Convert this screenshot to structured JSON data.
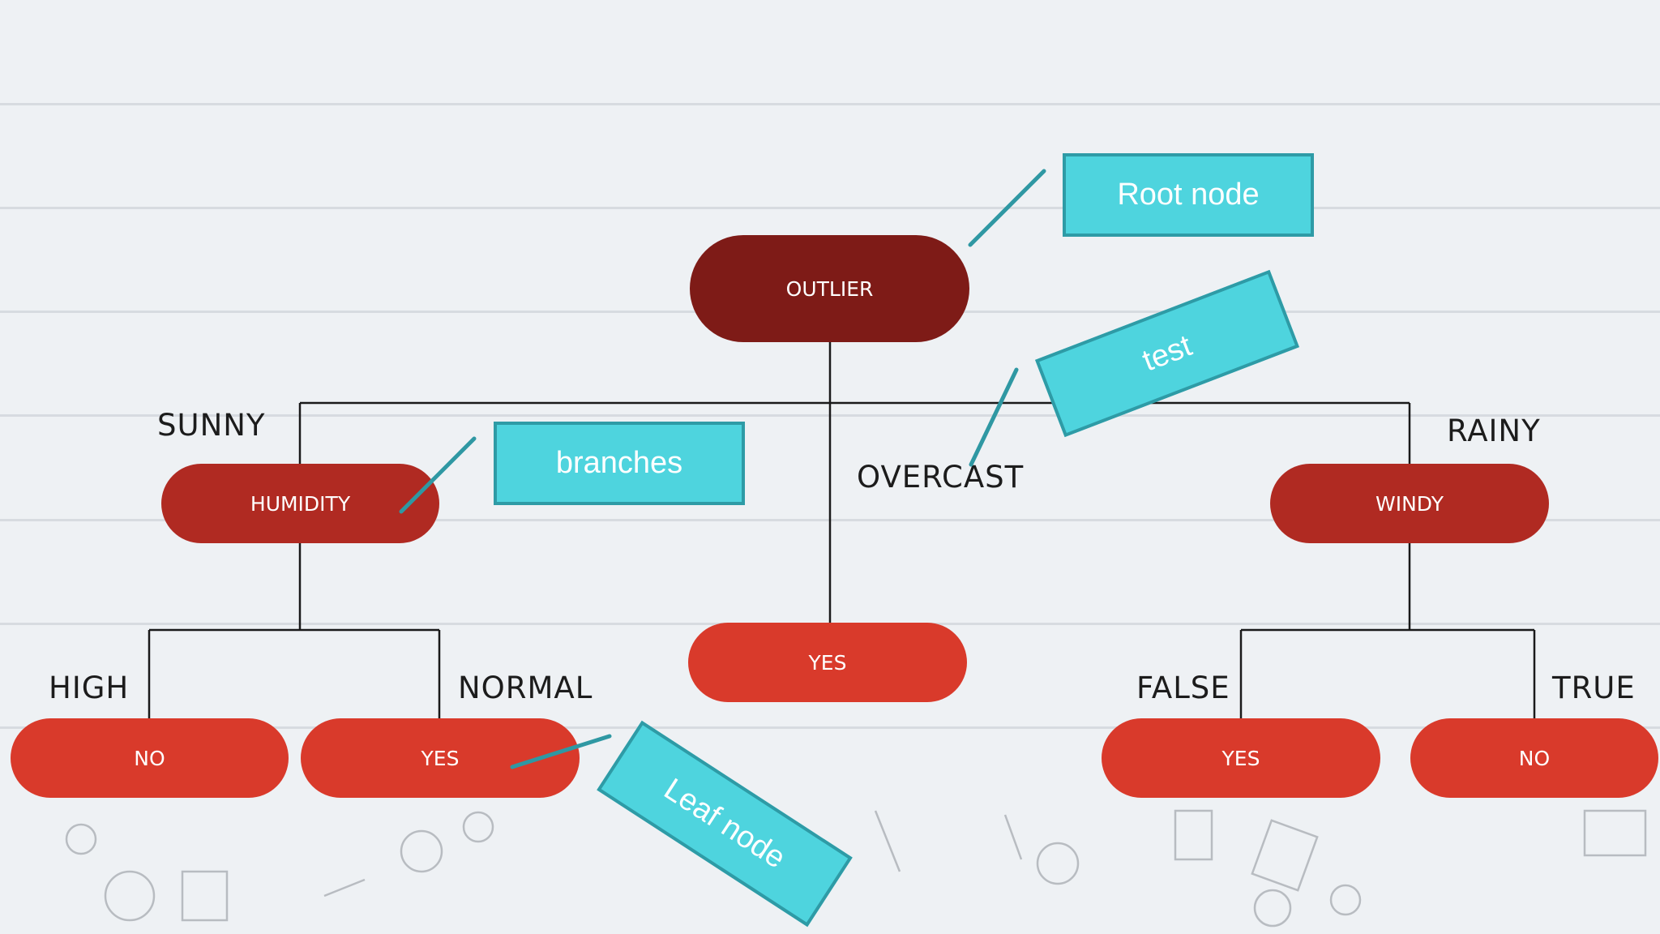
{
  "nodes": {
    "root": "OUTLIER",
    "humidity": "HUMIDITY",
    "windy": "WINDY",
    "overcast_leaf": "YES",
    "high_leaf": "NO",
    "normal_leaf": "YES",
    "false_leaf": "YES",
    "true_leaf": "NO"
  },
  "branches": {
    "sunny": "SUNNY",
    "overcast": "OVERCAST",
    "rainy": "RAINY",
    "high": "HIGH",
    "normal": "NORMAL",
    "false": "FALSE",
    "true": "TRUE"
  },
  "callouts": {
    "root_node": "Root node",
    "test": "test",
    "branches": "branches",
    "leaf_node": "Leaf node"
  },
  "colors": {
    "root": "#7e1b17",
    "decision": "#b02a22",
    "leaf": "#d93a2b",
    "callout": "#4ed4de",
    "callout_border": "#2e9ba6",
    "paper": "#eef1f4"
  }
}
